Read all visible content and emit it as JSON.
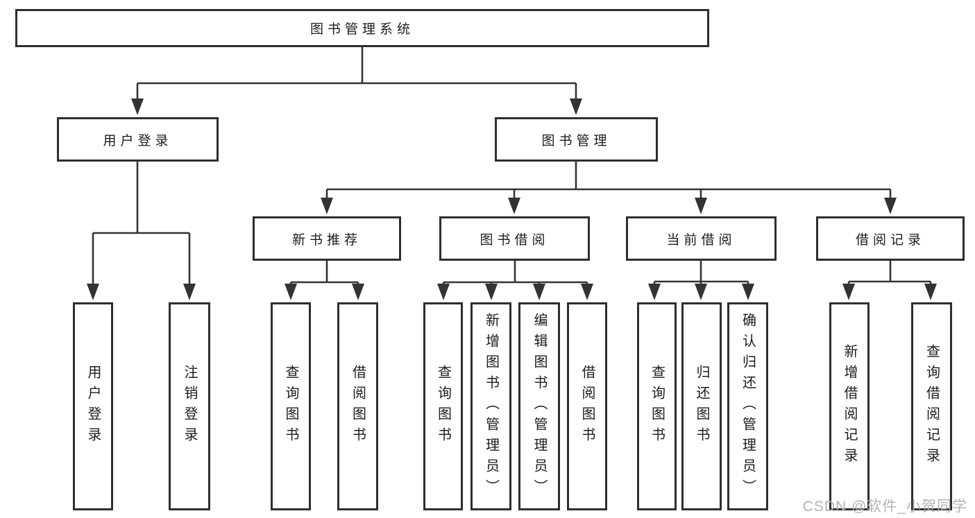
{
  "colors": {
    "line": "#333333",
    "border": "#2e2e2e",
    "text": "#1c1c1c",
    "watermark": "#b3b3b3",
    "background": "#ffffff"
  },
  "watermark": "CSDN @软件_小贺同学",
  "tree": {
    "label": "图书管理系统",
    "children": [
      {
        "label": "用户登录",
        "children": [
          {
            "label": "用户登录"
          },
          {
            "label": "注销登录"
          }
        ]
      },
      {
        "label": "图书管理",
        "children": [
          {
            "label": "新书推荐",
            "children": [
              {
                "label": "查询图书"
              },
              {
                "label": "借阅图书"
              }
            ]
          },
          {
            "label": "图书借阅",
            "children": [
              {
                "label": "查询图书"
              },
              {
                "label": "新增图书（管理员）"
              },
              {
                "label": "编辑图书（管理员）"
              },
              {
                "label": "借阅图书"
              }
            ]
          },
          {
            "label": "当前借阅",
            "children": [
              {
                "label": "查询图书"
              },
              {
                "label": "归还图书"
              },
              {
                "label": "确认归还（管理员）"
              }
            ]
          },
          {
            "label": "借阅记录",
            "children": [
              {
                "label": "新增借阅记录"
              },
              {
                "label": "查询借阅记录"
              }
            ]
          }
        ]
      }
    ]
  }
}
